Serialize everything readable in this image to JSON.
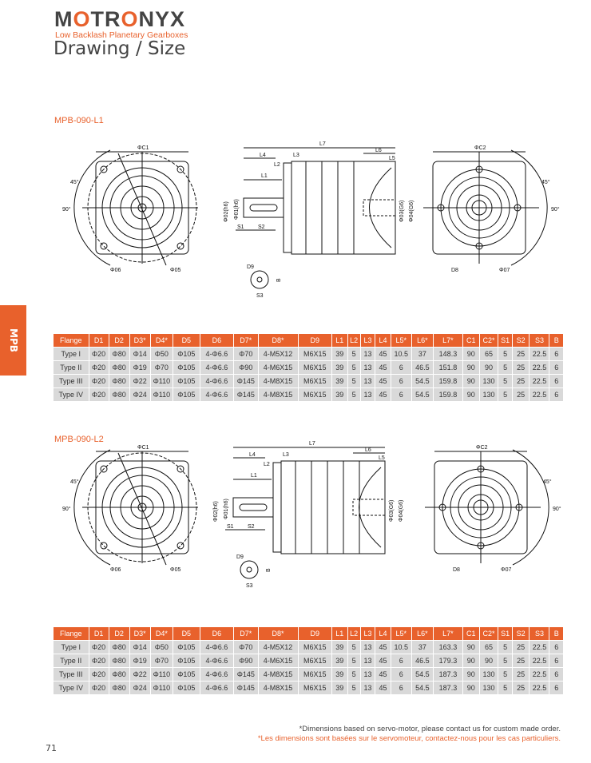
{
  "brand": {
    "logo": "MOTRONYX",
    "tagline": "Low Backlash Planetary Gearboxes"
  },
  "page_title": "Drawing / Size",
  "side_tab": "MPB",
  "columns": [
    "Flange",
    "D1",
    "D2",
    "D3*",
    "D4*",
    "D5",
    "D6",
    "D7*",
    "D8*",
    "D9",
    "L1",
    "L2",
    "L3",
    "L4",
    "L5*",
    "L6*",
    "L7*",
    "C1",
    "C2*",
    "S1",
    "S2",
    "S3",
    "B"
  ],
  "drawing_labels": {
    "c1": "ΦC1",
    "c2": "ΦC2",
    "a45": "45°",
    "a90": "90°",
    "d6": "Φ06",
    "d5": "Φ05",
    "d8": "D8",
    "d7": "Φ07",
    "d9": "D9",
    "s3": "S3",
    "b": "B",
    "l7": "L7",
    "l4": "L4",
    "l3": "L3",
    "l2": "L2",
    "l1": "L1",
    "l6": "L6",
    "l5": "L5",
    "s1": "S1",
    "s2": "S2",
    "d2": "Φ02(h6)",
    "d1": "Φ01(h6)",
    "d3": "Φ03(G6)",
    "d4": "Φ04(G6)"
  },
  "sections": [
    {
      "model": "MPB-090-L1",
      "rows": [
        [
          "Type I",
          "Φ20",
          "Φ80",
          "Φ14",
          "Φ50",
          "Φ105",
          "4-Φ6.6",
          "Φ70",
          "4-M5X12",
          "M6X15",
          "39",
          "5",
          "13",
          "45",
          "10.5",
          "37",
          "148.3",
          "90",
          "65",
          "5",
          "25",
          "22.5",
          "6"
        ],
        [
          "Type II",
          "Φ20",
          "Φ80",
          "Φ19",
          "Φ70",
          "Φ105",
          "4-Φ6.6",
          "Φ90",
          "4-M6X15",
          "M6X15",
          "39",
          "5",
          "13",
          "45",
          "6",
          "46.5",
          "151.8",
          "90",
          "90",
          "5",
          "25",
          "22.5",
          "6"
        ],
        [
          "Type III",
          "Φ20",
          "Φ80",
          "Φ22",
          "Φ110",
          "Φ105",
          "4-Φ6.6",
          "Φ145",
          "4-M8X15",
          "M6X15",
          "39",
          "5",
          "13",
          "45",
          "6",
          "54.5",
          "159.8",
          "90",
          "130",
          "5",
          "25",
          "22.5",
          "6"
        ],
        [
          "Type IV",
          "Φ20",
          "Φ80",
          "Φ24",
          "Φ110",
          "Φ105",
          "4-Φ6.6",
          "Φ145",
          "4-M8X15",
          "M6X15",
          "39",
          "5",
          "13",
          "45",
          "6",
          "54.5",
          "159.8",
          "90",
          "130",
          "5",
          "25",
          "22.5",
          "6"
        ]
      ]
    },
    {
      "model": "MPB-090-L2",
      "rows": [
        [
          "Type I",
          "Φ20",
          "Φ80",
          "Φ14",
          "Φ50",
          "Φ105",
          "4-Φ6.6",
          "Φ70",
          "4-M5X12",
          "M6X15",
          "39",
          "5",
          "13",
          "45",
          "10.5",
          "37",
          "163.3",
          "90",
          "65",
          "5",
          "25",
          "22.5",
          "6"
        ],
        [
          "Type II",
          "Φ20",
          "Φ80",
          "Φ19",
          "Φ70",
          "Φ105",
          "4-Φ6.6",
          "Φ90",
          "4-M6X15",
          "M6X15",
          "39",
          "5",
          "13",
          "45",
          "6",
          "46.5",
          "179.3",
          "90",
          "90",
          "5",
          "25",
          "22.5",
          "6"
        ],
        [
          "Type III",
          "Φ20",
          "Φ80",
          "Φ22",
          "Φ110",
          "Φ105",
          "4-Φ6.6",
          "Φ145",
          "4-M8X15",
          "M6X15",
          "39",
          "5",
          "13",
          "45",
          "6",
          "54.5",
          "187.3",
          "90",
          "130",
          "5",
          "25",
          "22.5",
          "6"
        ],
        [
          "Type IV",
          "Φ20",
          "Φ80",
          "Φ24",
          "Φ110",
          "Φ105",
          "4-Φ6.6",
          "Φ145",
          "4-M8X15",
          "M6X15",
          "39",
          "5",
          "13",
          "45",
          "6",
          "54.5",
          "187.3",
          "90",
          "130",
          "5",
          "25",
          "22.5",
          "6"
        ]
      ]
    }
  ],
  "notes": {
    "en": "*Dimensions based on servo-motor,  please contact us for custom made order.",
    "fr": "*Les dimensions sont basées sur le servomoteur, contactez-nous pour les cas particuliers."
  },
  "page_number": "71"
}
